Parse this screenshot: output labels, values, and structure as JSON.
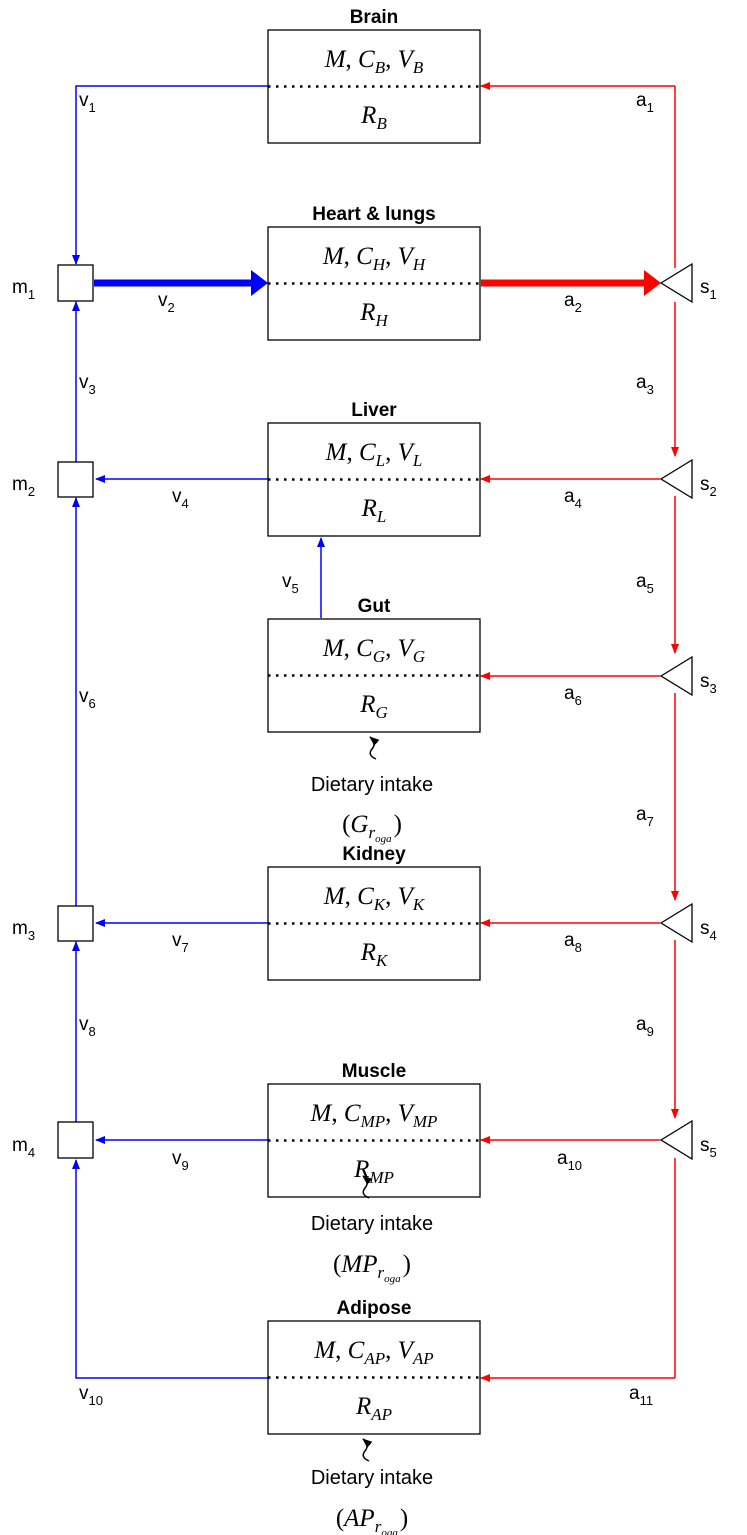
{
  "organs": [
    {
      "id": "brain",
      "title": "Brain",
      "sub": "B"
    },
    {
      "id": "heart",
      "title": "Heart & lungs",
      "sub": "H"
    },
    {
      "id": "liver",
      "title": "Liver",
      "sub": "L"
    },
    {
      "id": "gut",
      "title": "Gut",
      "sub": "G"
    },
    {
      "id": "kidney",
      "title": "Kidney",
      "sub": "K"
    },
    {
      "id": "muscle",
      "title": "Muscle",
      "sub": "MP"
    },
    {
      "id": "adipose",
      "title": "Adipose",
      "sub": "AP"
    }
  ],
  "box_math": {
    "M": "M",
    "C": "C",
    "V": "V",
    "R": "R",
    "sep": ", "
  },
  "intake": {
    "label": "Dietary intake",
    "gut": {
      "sym": "G",
      "sub": "r",
      "subsub": "oga"
    },
    "muscle": {
      "sym": "MP",
      "sub": "r",
      "subsub": "oga"
    },
    "adipose": {
      "sym": "AP",
      "sub": "r",
      "subsub": "oga"
    },
    "open": "(",
    "close": ")"
  },
  "mixers": [
    {
      "base": "m",
      "sub": "1"
    },
    {
      "base": "m",
      "sub": "2"
    },
    {
      "base": "m",
      "sub": "3"
    },
    {
      "base": "m",
      "sub": "4"
    }
  ],
  "splitters": [
    {
      "base": "s",
      "sub": "1"
    },
    {
      "base": "s",
      "sub": "2"
    },
    {
      "base": "s",
      "sub": "3"
    },
    {
      "base": "s",
      "sub": "4"
    },
    {
      "base": "s",
      "sub": "5"
    }
  ],
  "venous": [
    {
      "base": "v",
      "sub": "1"
    },
    {
      "base": "v",
      "sub": "2"
    },
    {
      "base": "v",
      "sub": "3"
    },
    {
      "base": "v",
      "sub": "4"
    },
    {
      "base": "v",
      "sub": "5"
    },
    {
      "base": "v",
      "sub": "6"
    },
    {
      "base": "v",
      "sub": "7"
    },
    {
      "base": "v",
      "sub": "8"
    },
    {
      "base": "v",
      "sub": "9"
    },
    {
      "base": "v",
      "sub": "10"
    }
  ],
  "arterial": [
    {
      "base": "a",
      "sub": "1"
    },
    {
      "base": "a",
      "sub": "2"
    },
    {
      "base": "a",
      "sub": "3"
    },
    {
      "base": "a",
      "sub": "4"
    },
    {
      "base": "a",
      "sub": "5"
    },
    {
      "base": "a",
      "sub": "6"
    },
    {
      "base": "a",
      "sub": "7"
    },
    {
      "base": "a",
      "sub": "8"
    },
    {
      "base": "a",
      "sub": "9"
    },
    {
      "base": "a",
      "sub": "10"
    },
    {
      "base": "a",
      "sub": "11"
    }
  ],
  "colors": {
    "venous": "#0000ff",
    "arterial": "#ff0000",
    "stroke": "#000000"
  }
}
